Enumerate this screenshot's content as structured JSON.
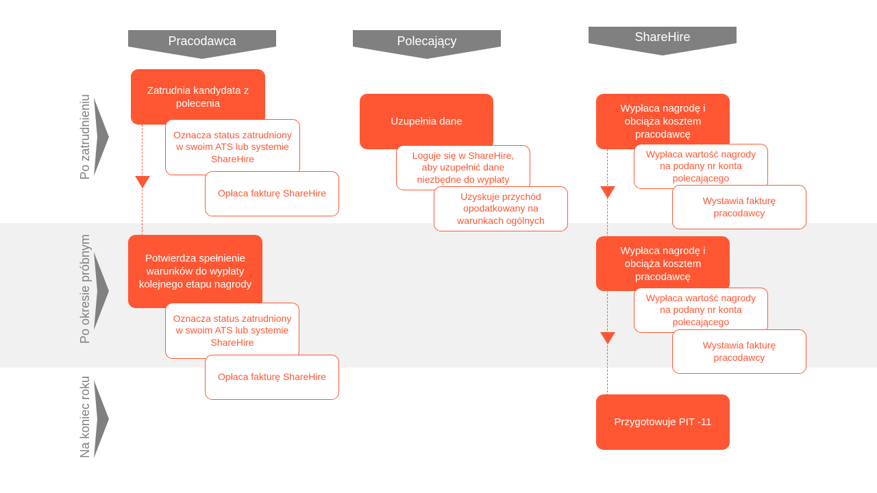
{
  "columns": [
    {
      "label": "Pracodawca"
    },
    {
      "label": "Polecający"
    },
    {
      "label": "ShareHire"
    }
  ],
  "rows": [
    {
      "label": "Po zatrudnieniu"
    },
    {
      "label": "Po okresie próbnym"
    },
    {
      "label": "Na koniec roku"
    }
  ],
  "steps": {
    "employer_hire": "Zatrudnia kandydata z polecenia",
    "employer_status_1": "Oznacza status zatrudniony w swoim ATS lub systemie ShareHire",
    "employer_invoice_1": "Opłaca fakturę ShareHire",
    "employer_confirm": "Potwierdza spełnienie warunków do wypłaty kolejnego etapu nagrody",
    "employer_status_2": "Oznacza status zatrudniony w swoim ATS lub systemie ShareHire",
    "employer_invoice_2": "Opłaca fakturę ShareHire",
    "referrer_fill": "Uzupełnia dane",
    "referrer_login": "Loguje się w ShareHire, aby uzupełnić dane niezbędne do wypłaty",
    "referrer_income": "Uzyskuje przychód opodatkowany na warunkach ogólnych",
    "sh_pay_1": "Wypłaca nagrodę i obciąża kosztem pracodawcę",
    "sh_transfer_1": "Wypłaca wartość nagrody na podany nr konta polecającego",
    "sh_issue_1": "Wystawia fakturę pracodawcy",
    "sh_pay_2": "Wypłaca nagrodę i obciąża kosztem pracodawcę",
    "sh_transfer_2": "Wypłaca wartość nagrody na podany nr konta polecającego",
    "sh_issue_2": "Wystawia fakturę pracodawcy",
    "sh_pit": "Przygotowuje PIT -11"
  },
  "colors": {
    "accent": "#ff5733",
    "header_gray": "#808080",
    "band_gray": "#f1f1f1"
  }
}
